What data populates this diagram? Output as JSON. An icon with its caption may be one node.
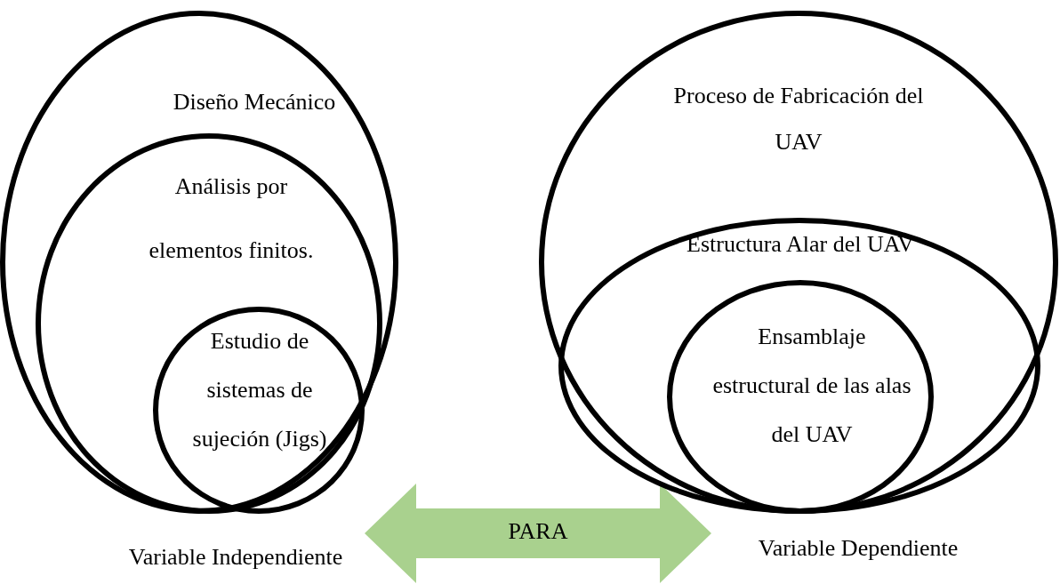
{
  "diagram": {
    "nodes": [
      {
        "text": [
          "Diseño Mecánico"
        ],
        "beside": [
          "Variable Independiente"
        ]
      },
      {
        "text": [
          "Análisis por elementos finitos."
        ],
        "in": 0
      },
      {
        "text": [
          "Estudio de sistemas de sujeción (Jigs)"
        ],
        "in": 1
      },
      {
        "text": [
          "Proceso de Fabricación del UAV"
        ],
        "beside": [
          "Variable Dependiente"
        ]
      },
      {
        "text": [
          "Estructura Alar del UAV"
        ],
        "in": 3
      },
      {
        "text": [
          "Ensamblaje estructural de las alas del UAV"
        ],
        "in": 4
      }
    ],
    "edges": [
      {
        "from": 0,
        "to": 3,
        "arrow": "both",
        "label": "PARA",
        "color": "#a9d18e"
      }
    ]
  }
}
